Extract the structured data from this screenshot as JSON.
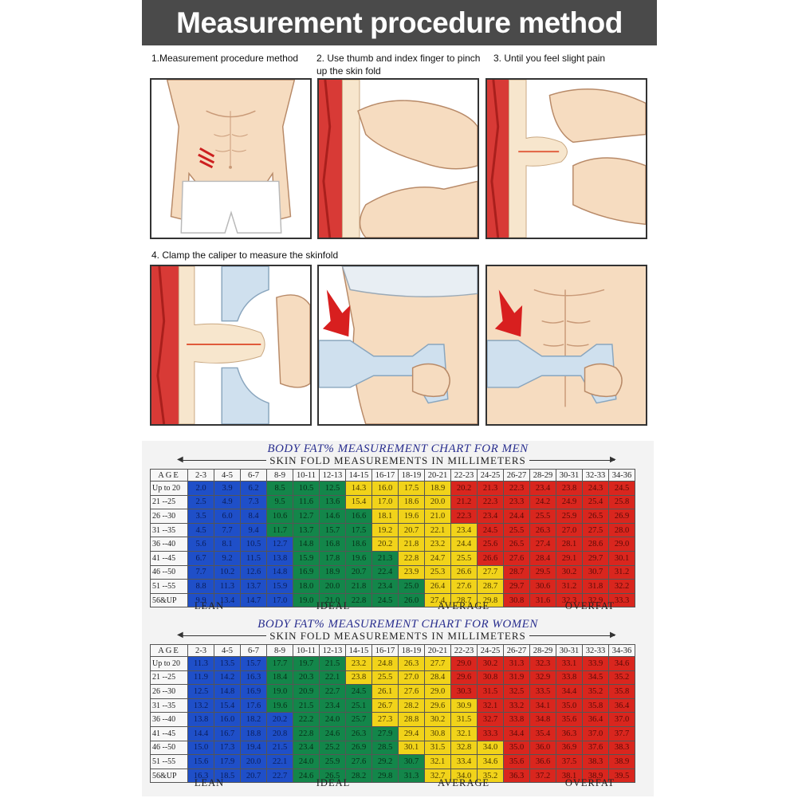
{
  "header": {
    "title": "Measurement procedure method"
  },
  "steps": [
    {
      "caption": "1.Measurement procedure method"
    },
    {
      "caption": "2. Use thumb and index finger to pinch up the skin fold"
    },
    {
      "caption": "3. Until you feel slight pain"
    },
    {
      "caption": "4. Clamp the caliper to measure the skinfold"
    }
  ],
  "colors": {
    "lean": "#1f4fc8",
    "ideal": "#13864a",
    "average": "#f1d31a",
    "overfat": "#d9261e",
    "header": "#4a4a4a"
  },
  "charts": {
    "men": {
      "title": "BODY FAT% MEASUREMENT CHART FOR MEN",
      "subtitle": "SKIN FOLD MEASUREMENTS IN MILLIMETERS",
      "age_label": "AGE",
      "columns": [
        "2-3",
        "4-5",
        "6-7",
        "8-9",
        "10-11",
        "12-13",
        "14-15",
        "16-17",
        "18-19",
        "20-21",
        "22-23",
        "24-25",
        "26-27",
        "28-29",
        "30-31",
        "32-33",
        "34-36"
      ],
      "rows": [
        {
          "age": "Up to 20",
          "values": [
            "2.0",
            "3.9",
            "6.2",
            "8.5",
            "10.5",
            "12.5",
            "14.3",
            "16.0",
            "17.5",
            "18.9",
            "20.2",
            "21.3",
            "22.3",
            "23.4",
            "23.8",
            "24.3",
            "24.5"
          ],
          "bounds": [
            3,
            6,
            10,
            11
          ]
        },
        {
          "age": "21 --25",
          "values": [
            "2.5",
            "4.9",
            "7.3",
            "9.5",
            "11.6",
            "13.6",
            "15.4",
            "17.0",
            "18.6",
            "20.0",
            "21.2",
            "22.3",
            "23.3",
            "24.2",
            "24.9",
            "25.4",
            "25.8"
          ],
          "bounds": [
            3,
            6,
            10,
            11
          ]
        },
        {
          "age": "26 --30",
          "values": [
            "3.5",
            "6.0",
            "8.4",
            "10.6",
            "12.7",
            "14.6",
            "16.6",
            "18.1",
            "19.6",
            "21.0",
            "22.3",
            "23.4",
            "24.4",
            "25.5",
            "25.9",
            "26.5",
            "26.9"
          ],
          "bounds": [
            3,
            7,
            10,
            11
          ]
        },
        {
          "age": "31 --35",
          "values": [
            "4.5",
            "7.7",
            "9.4",
            "11.7",
            "13.7",
            "15.7",
            "17.5",
            "19.2",
            "20.7",
            "22.1",
            "23.4",
            "24.5",
            "25.5",
            "26.3",
            "27.0",
            "27.5",
            "28.0"
          ],
          "bounds": [
            3,
            7,
            11,
            12
          ]
        },
        {
          "age": "36 --40",
          "values": [
            "5.6",
            "8.1",
            "10.5",
            "12.7",
            "14.8",
            "16.8",
            "18.6",
            "20.2",
            "21.8",
            "23.2",
            "24.4",
            "25.6",
            "26.5",
            "27.4",
            "28.1",
            "28.6",
            "29.0"
          ],
          "bounds": [
            4,
            7,
            11,
            12
          ]
        },
        {
          "age": "41 --45",
          "values": [
            "6.7",
            "9.2",
            "11.5",
            "13.8",
            "15.9",
            "17.8",
            "19.6",
            "21.3",
            "22.8",
            "24.7",
            "25.5",
            "26.6",
            "27.6",
            "28.4",
            "29.1",
            "29.7",
            "30.1"
          ],
          "bounds": [
            4,
            8,
            11,
            12
          ]
        },
        {
          "age": "46 --50",
          "values": [
            "7.7",
            "10.2",
            "12.6",
            "14.8",
            "16.9",
            "18.9",
            "20.7",
            "22.4",
            "23.9",
            "25.3",
            "26.6",
            "27.7",
            "28.7",
            "29.5",
            "30.2",
            "30.7",
            "31.2"
          ],
          "bounds": [
            4,
            8,
            12,
            13
          ]
        },
        {
          "age": "51 --55",
          "values": [
            "8.8",
            "11.3",
            "13.7",
            "15.9",
            "18.0",
            "20.0",
            "21.8",
            "23.4",
            "25.0",
            "26.4",
            "27.6",
            "28.7",
            "29.7",
            "30.6",
            "31.2",
            "31.8",
            "32.2"
          ],
          "bounds": [
            4,
            9,
            12,
            13
          ]
        },
        {
          "age": "56&UP",
          "values": [
            "9.9",
            "13.4",
            "14.7",
            "17.0",
            "19.0",
            "21.0",
            "22.8",
            "24.5",
            "26.0",
            "27.4",
            "28.7",
            "29.8",
            "30.8",
            "31.6",
            "32.3",
            "32.9",
            "33.3"
          ],
          "bounds": [
            4,
            9,
            12,
            13
          ]
        }
      ],
      "categories": [
        "LEAN",
        "IDEAL",
        "AVERAGE",
        "OVERFAT"
      ]
    },
    "women": {
      "title": "BODY FAT% MEASUREMENT CHART FOR WOMEN",
      "subtitle": "SKIN FOLD MEASUREMENTS IN MILLIMETERS",
      "age_label": "AGE",
      "columns": [
        "2-3",
        "4-5",
        "6-7",
        "8-9",
        "10-11",
        "12-13",
        "14-15",
        "16-17",
        "18-19",
        "20-21",
        "22-23",
        "24-25",
        "26-27",
        "28-29",
        "30-31",
        "32-33",
        "34-36"
      ],
      "rows": [
        {
          "age": "Up to 20",
          "values": [
            "11.3",
            "13.5",
            "15.7",
            "17.7",
            "19.7",
            "21.5",
            "23.2",
            "24.8",
            "26.3",
            "27.7",
            "29.0",
            "30.2",
            "31.3",
            "32.3",
            "33.1",
            "33.9",
            "34.6"
          ],
          "bounds": [
            3,
            6,
            10,
            11
          ]
        },
        {
          "age": "21 --25",
          "values": [
            "11.9",
            "14.2",
            "16.3",
            "18.4",
            "20.3",
            "22.1",
            "23.8",
            "25.5",
            "27.0",
            "28.4",
            "29.6",
            "30.8",
            "31.9",
            "32.9",
            "33.8",
            "34.5",
            "35.2"
          ],
          "bounds": [
            3,
            6,
            10,
            11
          ]
        },
        {
          "age": "26 --30",
          "values": [
            "12.5",
            "14.8",
            "16.9",
            "19.0",
            "20.9",
            "22.7",
            "24.5",
            "26.1",
            "27.6",
            "29.0",
            "30.3",
            "31.5",
            "32.5",
            "33.5",
            "34.4",
            "35.2",
            "35.8"
          ],
          "bounds": [
            3,
            7,
            10,
            11
          ]
        },
        {
          "age": "31 --35",
          "values": [
            "13.2",
            "15.4",
            "17.6",
            "19.6",
            "21.5",
            "23.4",
            "25.1",
            "26.7",
            "28.2",
            "29.6",
            "30.9",
            "32.1",
            "33.2",
            "34.1",
            "35.0",
            "35.8",
            "36.4"
          ],
          "bounds": [
            3,
            7,
            11,
            12
          ]
        },
        {
          "age": "36 --40",
          "values": [
            "13.8",
            "16.0",
            "18.2",
            "20.2",
            "22.2",
            "24.0",
            "25.7",
            "27.3",
            "28.8",
            "30.2",
            "31.5",
            "32.7",
            "33.8",
            "34.8",
            "35.6",
            "36.4",
            "37.0"
          ],
          "bounds": [
            4,
            7,
            11,
            12
          ]
        },
        {
          "age": "41 --45",
          "values": [
            "14.4",
            "16.7",
            "18.8",
            "20.8",
            "22.8",
            "24.6",
            "26.3",
            "27.9",
            "29.4",
            "30.8",
            "32.1",
            "33.3",
            "34.4",
            "35.4",
            "36.3",
            "37.0",
            "37.7"
          ],
          "bounds": [
            4,
            8,
            11,
            12
          ]
        },
        {
          "age": "46 --50",
          "values": [
            "15.0",
            "17.3",
            "19.4",
            "21.5",
            "23.4",
            "25.2",
            "26.9",
            "28.5",
            "30.1",
            "31.5",
            "32.8",
            "34.0",
            "35.0",
            "36.0",
            "36.9",
            "37.6",
            "38.3"
          ],
          "bounds": [
            4,
            8,
            12,
            13
          ]
        },
        {
          "age": "51 --55",
          "values": [
            "15.6",
            "17.9",
            "20.0",
            "22.1",
            "24.0",
            "25.9",
            "27.6",
            "29.2",
            "30.7",
            "32.1",
            "33.4",
            "34.6",
            "35.6",
            "36.6",
            "37.5",
            "38.3",
            "38.9"
          ],
          "bounds": [
            4,
            9,
            12,
            13
          ]
        },
        {
          "age": "56&UP",
          "values": [
            "16.3",
            "18.5",
            "20.7",
            "22.7",
            "24.6",
            "26.5",
            "28.2",
            "29.8",
            "31.3",
            "32.7",
            "34.0",
            "35.2",
            "36.3",
            "37.2",
            "38.1",
            "38.9",
            "39.5"
          ],
          "bounds": [
            4,
            9,
            12,
            13
          ]
        }
      ],
      "categories": [
        "LEAN",
        "IDEAL",
        "AVERAGE",
        "OVERFAT"
      ]
    }
  }
}
